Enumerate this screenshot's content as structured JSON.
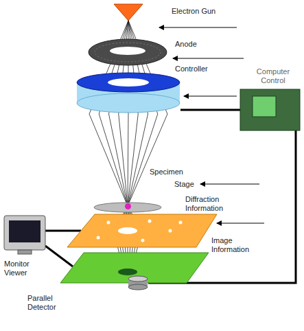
{
  "diagram": {
    "nodes": [
      {
        "text": [
          "Electron Gun"
        ]
      },
      {
        "text": [
          "Anode"
        ]
      },
      {
        "text": [
          "Controller"
        ]
      },
      {
        "text": [
          "Computer Control"
        ]
      },
      {
        "text": [
          "Specimen"
        ]
      },
      {
        "text": [
          "Stage"
        ]
      },
      {
        "text": [
          "Diffraction Information"
        ]
      },
      {
        "text": [
          "Image Information"
        ]
      },
      {
        "text": [
          "Monitor Viewer"
        ]
      },
      {
        "text": [
          "Parallel Detector"
        ]
      }
    ],
    "edges": [
      {
        "from": 3,
        "to": 2,
        "arrow": "none"
      },
      {
        "from": 3,
        "to": 9,
        "arrow": "none"
      },
      {
        "from": 8,
        "to": 6,
        "arrow": "none"
      },
      {
        "from": 8,
        "to": 7,
        "arrow": "none"
      }
    ]
  }
}
